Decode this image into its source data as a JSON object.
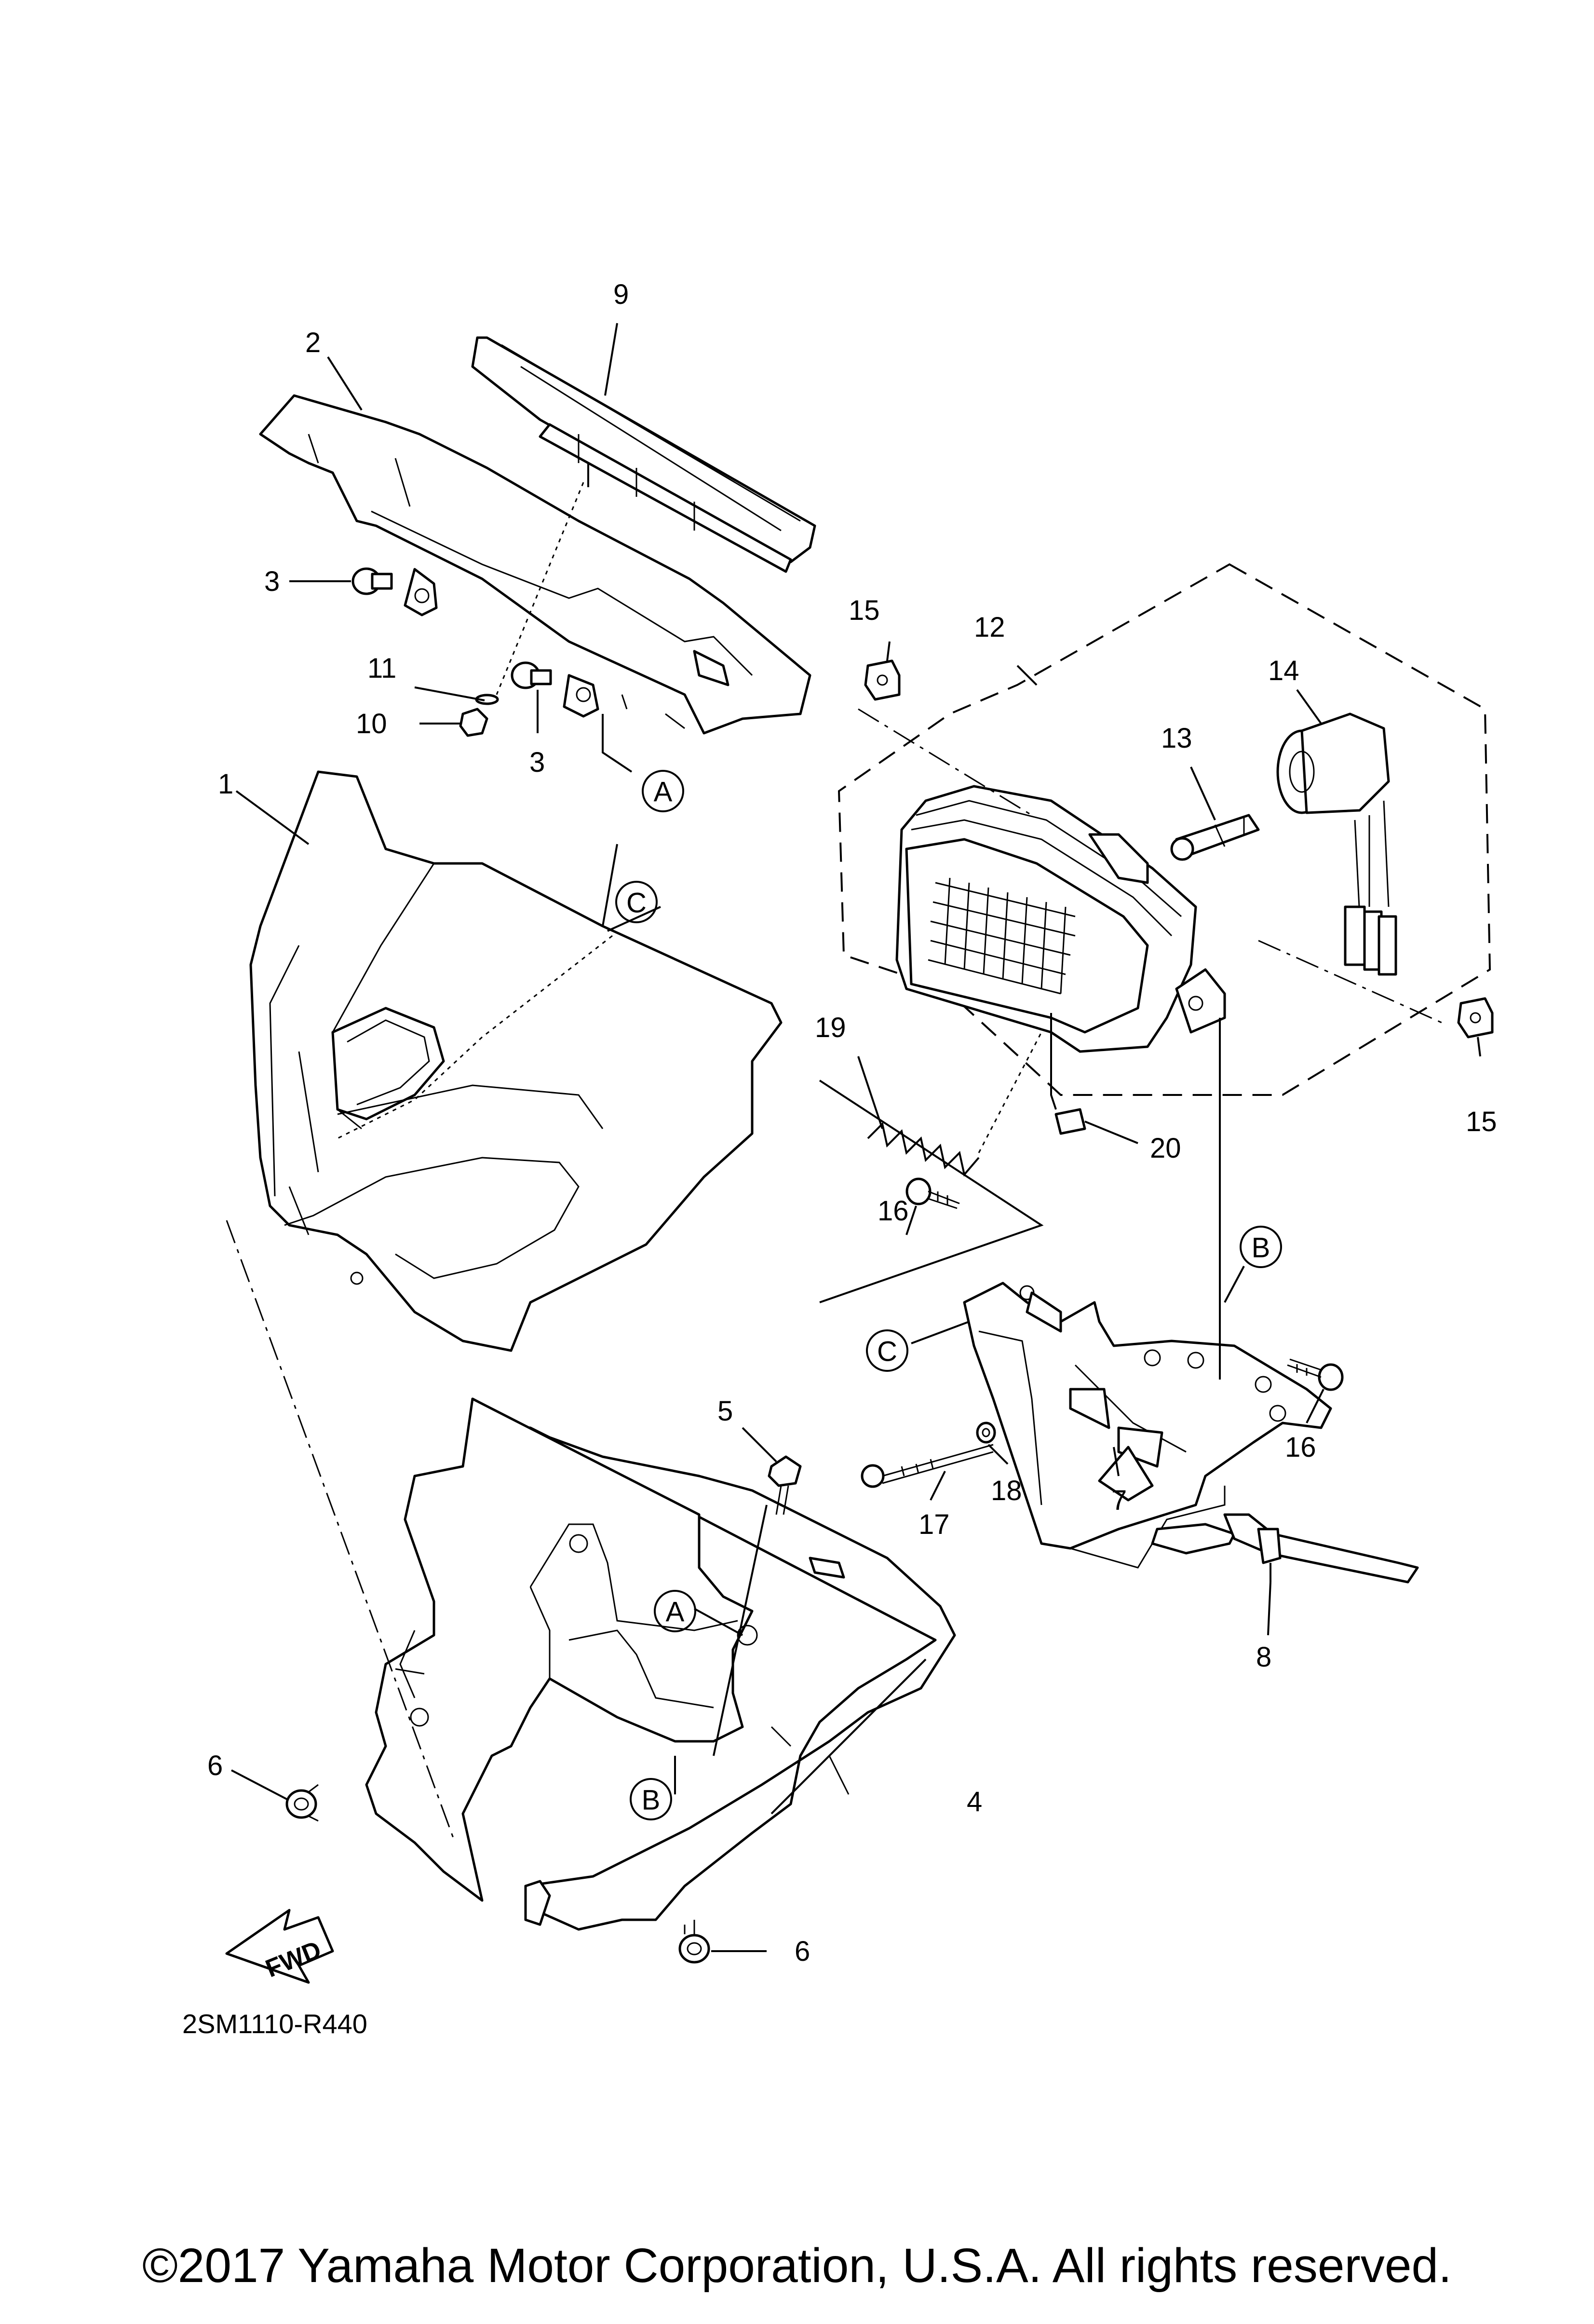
{
  "callouts": {
    "c1": "1",
    "c2": "2",
    "c3a": "3",
    "c3b": "3",
    "c4": "4",
    "c5": "5",
    "c6a": "6",
    "c6b": "6",
    "c7": "7",
    "c8": "8",
    "c9": "9",
    "c10": "10",
    "c11": "11",
    "c12": "12",
    "c13": "13",
    "c14": "14",
    "c15a": "15",
    "c15b": "15",
    "c16a": "16",
    "c16b": "16",
    "c17": "17",
    "c18": "18",
    "c19": "19",
    "c20": "20"
  },
  "refs": {
    "a1": "A",
    "a2": "A",
    "b1": "B",
    "b2": "B",
    "cc1": "C",
    "cc2": "C"
  },
  "fwd_label": "FWD",
  "diagram_code": "2SM1110-R440",
  "copyright": "©2017 Yamaha Motor Corporation, U.S.A. All rights reserved."
}
